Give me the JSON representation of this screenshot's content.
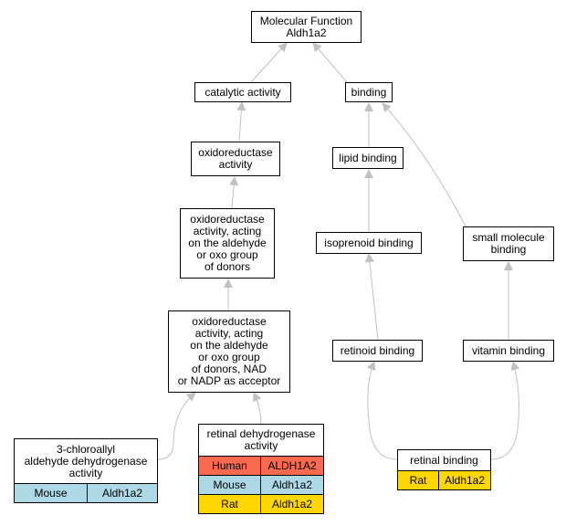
{
  "nodes": {
    "root": "Molecular Function\nAldh1a2",
    "catalytic": "catalytic activity",
    "binding": "binding",
    "oxidoreductase": "oxidoreductase\nactivity",
    "lipid_binding": "lipid binding",
    "oxido_aldehyde": "oxidoreductase\nactivity, acting\non the aldehyde\nor oxo group\nof donors",
    "isoprenoid_binding": "isoprenoid binding",
    "small_molecule_binding": "small molecule\nbinding",
    "oxido_nad": "oxidoreductase\nactivity, acting\non the aldehyde\nor oxo group\nof donors, NAD\nor NADP as acceptor",
    "retinoid_binding": "retinoid binding",
    "vitamin_binding": "vitamin binding"
  },
  "tables": {
    "chloroallyl": {
      "title": "3-chloroallyl\naldehyde dehydrogenase\nactivity",
      "rows": [
        {
          "species": "Mouse",
          "gene": "Aldh1a2",
          "color": "#add8e6"
        }
      ]
    },
    "retinal_dehydrogenase": {
      "title": "retinal dehydrogenase\nactivity",
      "rows": [
        {
          "species": "Human",
          "gene": "ALDH1A2",
          "color": "#fa6a4f"
        },
        {
          "species": "Mouse",
          "gene": "Aldh1a2",
          "color": "#add8e6"
        },
        {
          "species": "Rat",
          "gene": "Aldh1a2",
          "color": "#ffd700"
        }
      ]
    },
    "retinal_binding": {
      "title": "retinal binding",
      "rows": [
        {
          "species": "Rat",
          "gene": "Aldh1a2",
          "color": "#ffd700"
        }
      ]
    }
  },
  "colors": {
    "edge": "#c0c0c0",
    "human": "#fa6a4f",
    "mouse": "#add8e6",
    "rat": "#ffd700"
  }
}
